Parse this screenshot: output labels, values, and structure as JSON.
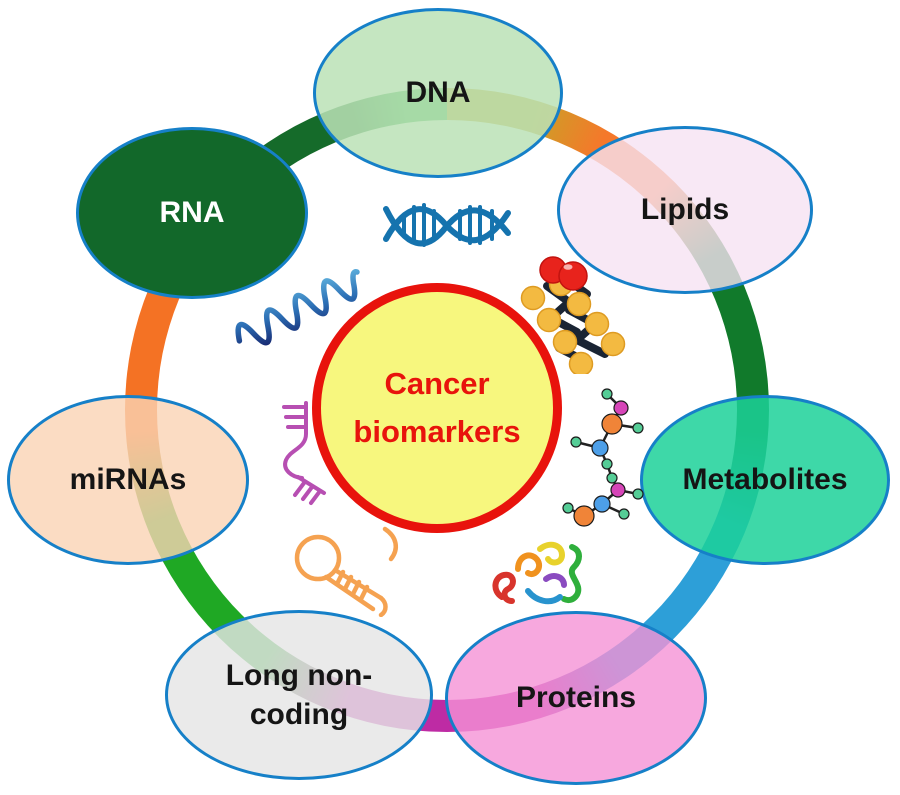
{
  "diagram_title": "Cancer biomarkers",
  "center_node": {
    "line1": "Cancer",
    "line2": "biomarkers",
    "fill": "#F7F77E",
    "border_color": "#E8130C",
    "text_color": "#E8130C"
  },
  "nodes": [
    {
      "id": "dna",
      "label": "DNA",
      "fill": "#C9E7C6",
      "text_color": "#151515"
    },
    {
      "id": "lipids",
      "label": "Lipids",
      "fill": "#F8E7F5",
      "text_color": "#151515"
    },
    {
      "id": "metabolites",
      "label": "Metabolites",
      "fill": "#3ED8A8",
      "text_color": "#151515"
    },
    {
      "id": "proteins",
      "label": "Proteins",
      "fill": "#F7A8DE",
      "text_color": "#151515"
    },
    {
      "id": "long-non-coding",
      "label": "Long non-coding",
      "fill": "#E8E8E8",
      "text_color": "#151515"
    },
    {
      "id": "mirnas",
      "label": "miRNAs",
      "fill": "#FBD9C4",
      "text_color": "#151515"
    },
    {
      "id": "rna",
      "label": "RNA",
      "fill": "#12682A",
      "text_color": "#FFFFFF"
    }
  ],
  "ring": {
    "node_border_color": "#1680C8",
    "segment_colors": [
      "#C9A227",
      "#F5782A",
      "#117A2B",
      "#2D9FD8",
      "#BE2BA4",
      "#1FA824",
      "#F47224",
      "#156B2A",
      "#2EAC4A"
    ]
  },
  "icons": [
    {
      "name": "dna-helix-icon",
      "color": "#1573AE"
    },
    {
      "name": "lipid-chain-icon",
      "color": "#F3BA41"
    },
    {
      "name": "metabolite-molecule-icon",
      "color": "#F08438"
    },
    {
      "name": "protein-ribbon-icon",
      "color": "#2FAF3C"
    },
    {
      "name": "lncrna-hairpin-icon",
      "color": "#F5A251"
    },
    {
      "name": "mirna-stem-icon",
      "color": "#B74FB2"
    },
    {
      "name": "rna-strand-icon",
      "color": "#2C6FB5"
    }
  ]
}
